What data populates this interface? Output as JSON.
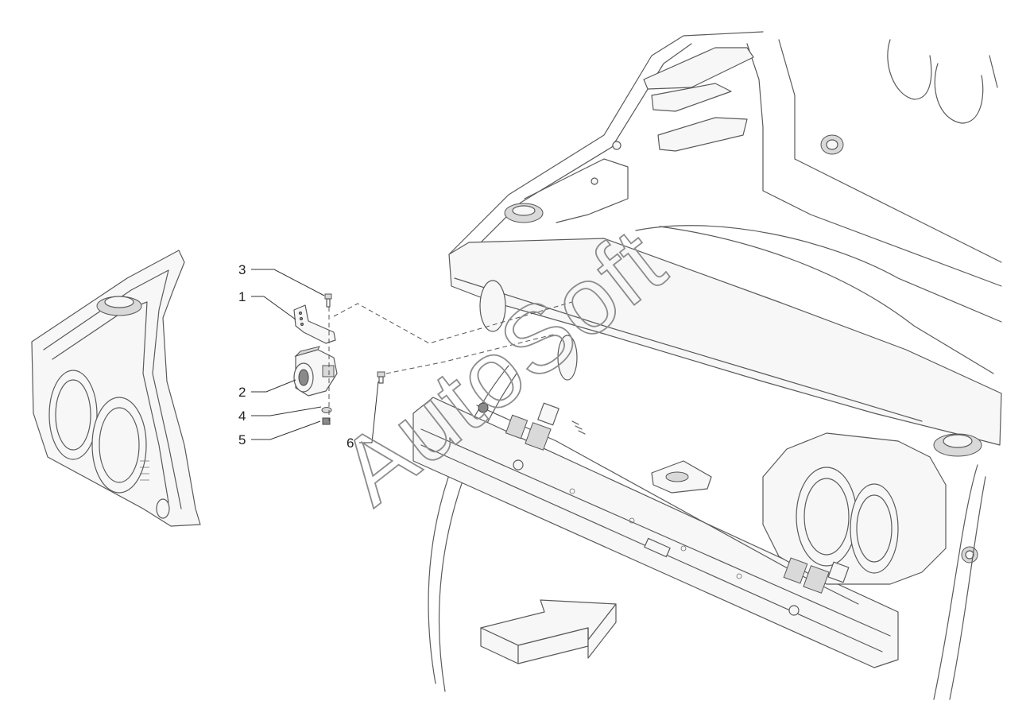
{
  "watermark": {
    "text": "AutoSoft"
  },
  "callouts": [
    {
      "id": "1",
      "label": "1"
    },
    {
      "id": "2",
      "label": "2"
    },
    {
      "id": "3",
      "label": "3"
    },
    {
      "id": "4",
      "label": "4"
    },
    {
      "id": "5",
      "label": "5"
    },
    {
      "id": "6",
      "label": "6"
    }
  ],
  "colors": {
    "line": "#5a5a5a",
    "background": "#ffffff",
    "watermark": "#8c8c8c"
  }
}
